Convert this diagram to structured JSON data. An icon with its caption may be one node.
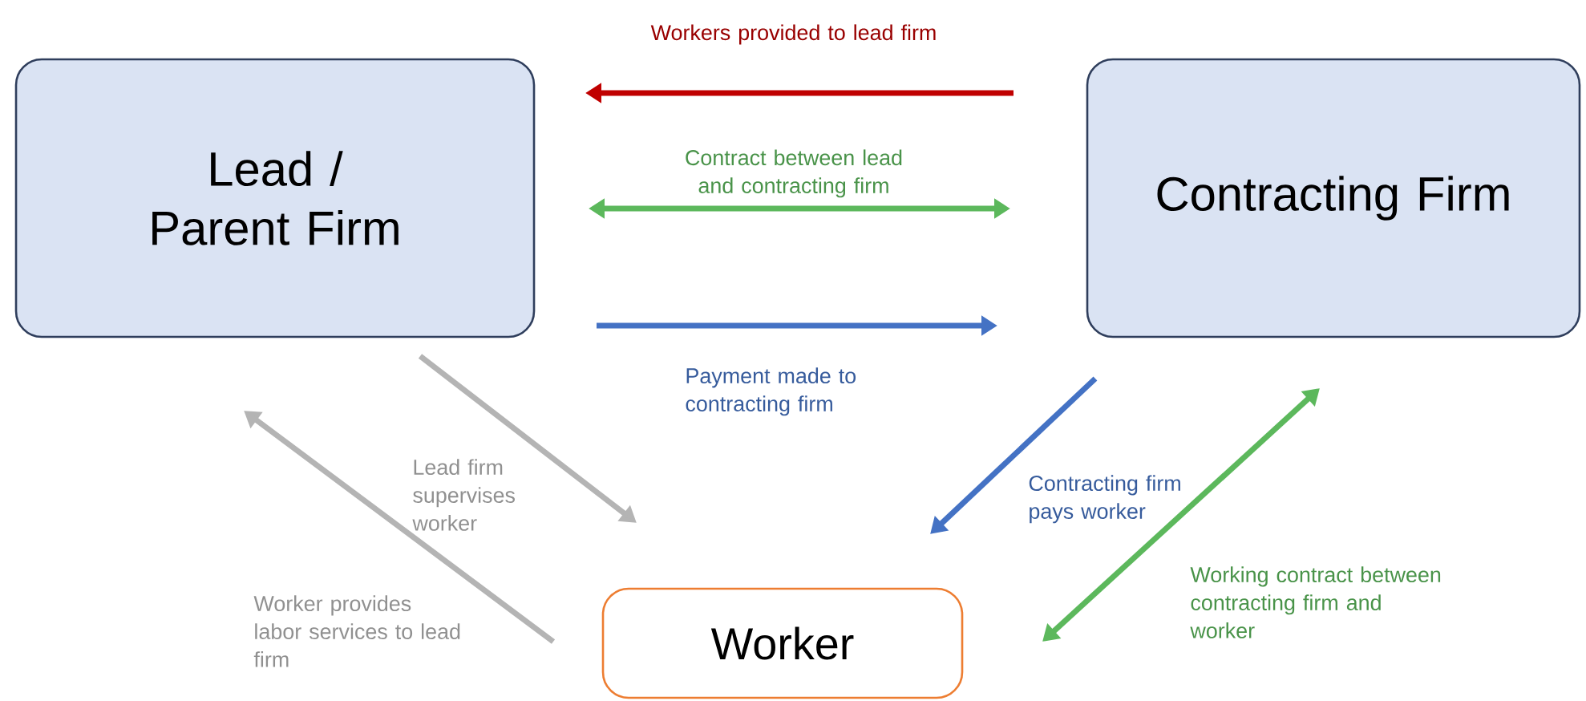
{
  "diagram": {
    "nodes": [
      {
        "text": [
          "Lead / Parent Firm"
        ]
      },
      {
        "text": [
          "Contracting Firm"
        ]
      },
      {
        "text": [
          "Worker"
        ]
      }
    ],
    "edges": [
      {
        "from": 1,
        "to": 0,
        "arrow": "to",
        "label": "Workers provided to lead firm",
        "color": "#c00000"
      },
      {
        "from": 0,
        "to": 1,
        "arrow": "both",
        "label": "Contract between lead and contracting firm",
        "color": "#5cb85c"
      },
      {
        "from": 0,
        "to": 1,
        "arrow": "to",
        "label": "Payment made to contracting firm",
        "color": "#4472c4"
      },
      {
        "from": 0,
        "to": 2,
        "arrow": "to",
        "label": "Lead firm supervises worker",
        "color": "#b4b4b4"
      },
      {
        "from": 2,
        "to": 0,
        "arrow": "to",
        "label": "Worker provides labor services to lead firm",
        "color": "#b4b4b4"
      },
      {
        "from": 1,
        "to": 2,
        "arrow": "to",
        "label": "Contracting firm pays worker",
        "color": "#4472c4"
      },
      {
        "from": 2,
        "to": 1,
        "arrow": "both",
        "label": "Working contract between contracting firm and worker",
        "color": "#5cb85c"
      }
    ]
  }
}
